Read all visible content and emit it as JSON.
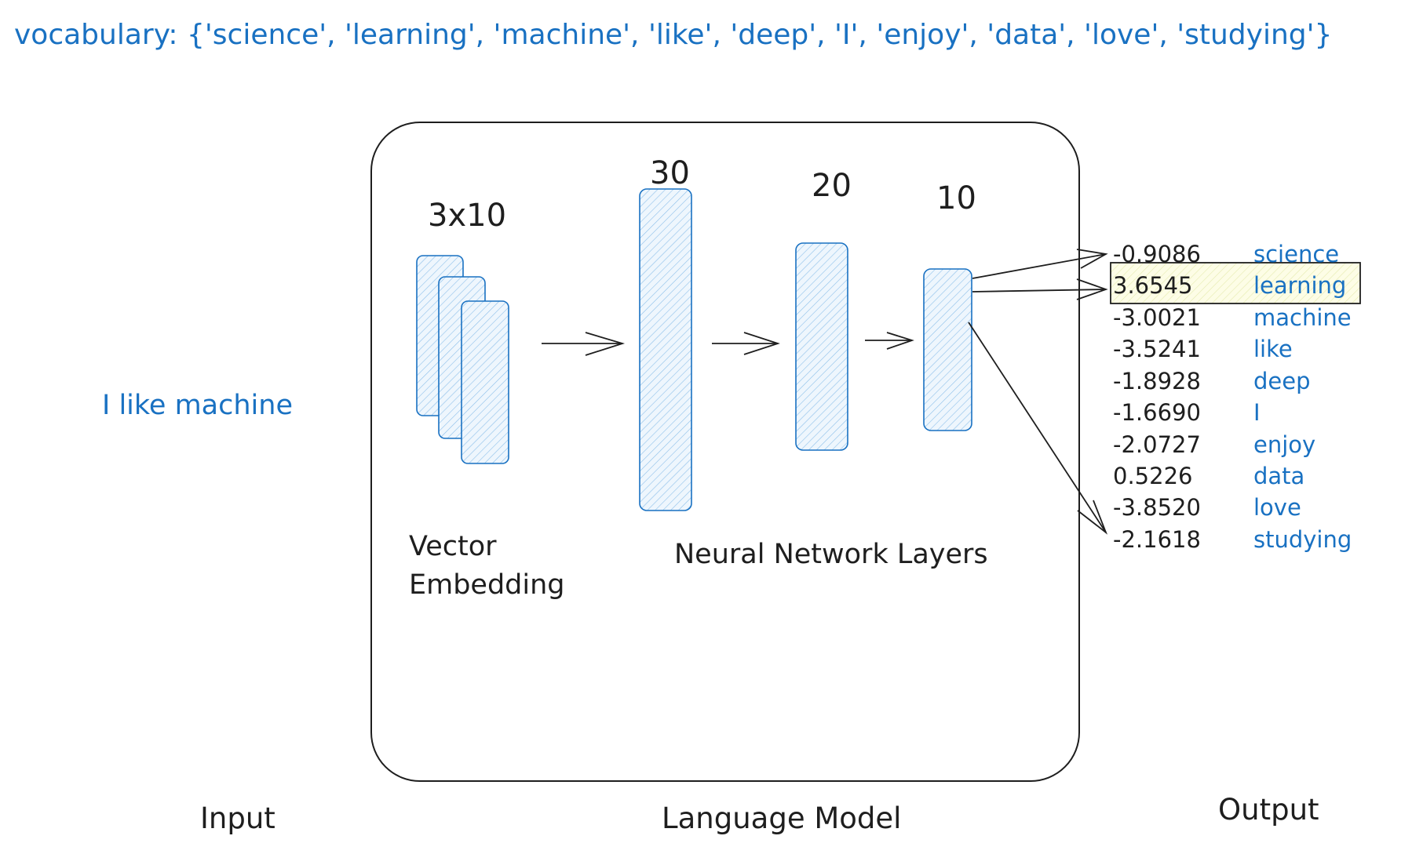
{
  "vocabulary_label": "vocabulary: {'science', 'learning', 'machine', 'like', 'deep', 'I', 'enjoy', 'data', 'love', 'studying'}",
  "input": {
    "text": "I like machine",
    "caption": "Input"
  },
  "model": {
    "caption": "Language Model",
    "embedding": {
      "dimension_label": "3x10",
      "caption_line1": "Vector",
      "caption_line2": "Embedding"
    },
    "layers": [
      {
        "size_label": "30"
      },
      {
        "size_label": "20"
      },
      {
        "size_label": "10"
      }
    ],
    "layers_caption": "Neural Network Layers"
  },
  "output": {
    "caption": "Output",
    "highlight_index": 1,
    "rows": [
      {
        "score": "-0.9086",
        "word": "science"
      },
      {
        "score": "3.6545",
        "word": "learning"
      },
      {
        "score": "-3.0021",
        "word": "machine"
      },
      {
        "score": "-3.5241",
        "word": "like"
      },
      {
        "score": "-1.8928",
        "word": "deep"
      },
      {
        "score": "-1.6690",
        "word": "I"
      },
      {
        "score": "-2.0727",
        "word": "enjoy"
      },
      {
        "score": "0.5226",
        "word": "data"
      },
      {
        "score": "-3.8520",
        "word": "love"
      },
      {
        "score": "-2.1618",
        "word": "studying"
      }
    ]
  },
  "colors": {
    "blue": "#1971c2",
    "ink": "#1e1e1e",
    "highlight_fill": "#fbfbdc"
  },
  "icons": [
    "arrow-right-icon"
  ]
}
